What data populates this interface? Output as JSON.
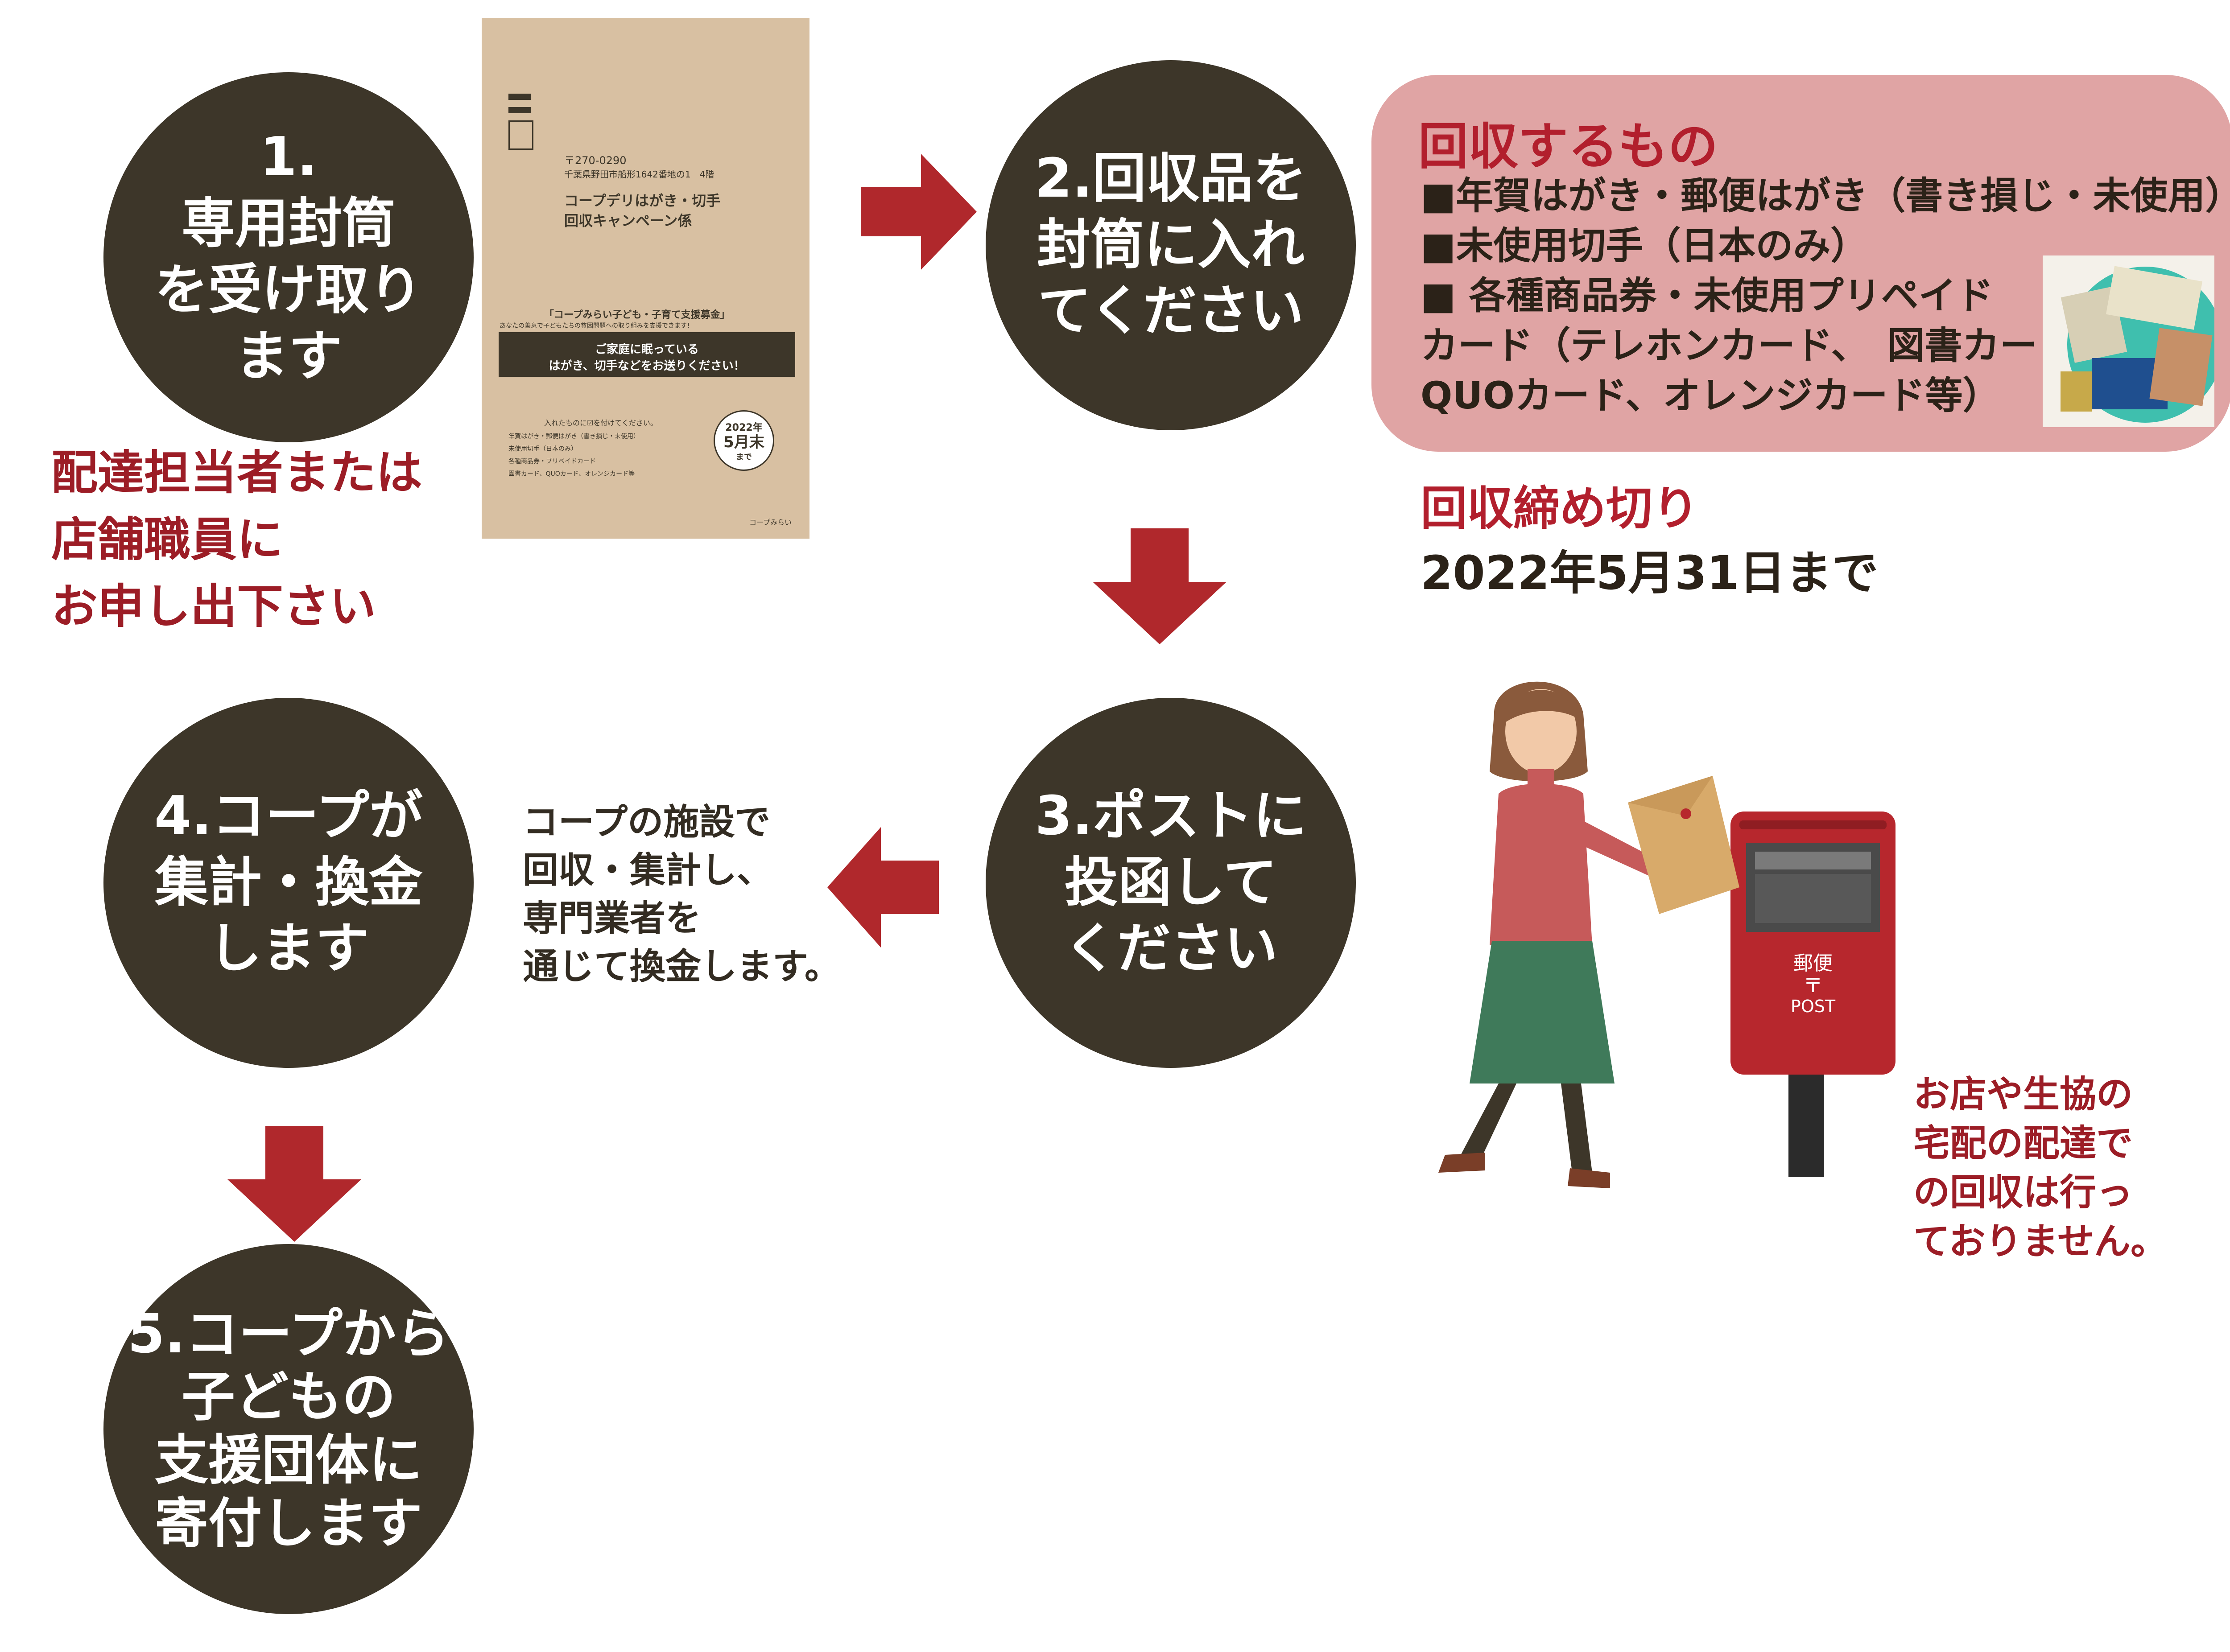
{
  "steps": [
    {
      "id": 1,
      "lines": [
        "1.",
        "専用封筒",
        "を受け取り",
        "ます"
      ]
    },
    {
      "id": 2,
      "lines": [
        "2.回収品を",
        "封筒に入れ",
        "てください"
      ]
    },
    {
      "id": 3,
      "lines": [
        "3.ポストに",
        "投函して",
        "ください"
      ]
    },
    {
      "id": 4,
      "lines": [
        "4.コープが",
        "集計・換金",
        "します"
      ]
    },
    {
      "id": 5,
      "lines": [
        "5.コープから",
        "子どもの",
        "支援団体に",
        "寄付します"
      ]
    }
  ],
  "step1_note": [
    "配達担当者または",
    "店舗職員に",
    "お申し出下さい"
  ],
  "step4_note": [
    "コープの施設で",
    "回収・集計し、",
    "専門業者を",
    "通じて換金します。"
  ],
  "collect": {
    "title": "回収するもの",
    "lines": [
      "■年賀はがき・郵便はがき（書き損じ・未使用）",
      "■未使用切手（日本のみ）",
      "■ 各種商品券・未使用プリペイド",
      "カード（テレホンカード、　図書カード、",
      "QUOカード、オレンジカード等）"
    ]
  },
  "deadline": {
    "label": "回収締め切り",
    "date": "2022年5月31日まで"
  },
  "store_note": [
    "お店や生協の",
    "宅配の配達で",
    "の回収は行っ",
    "ておりません。"
  ],
  "envelope": {
    "postal_code": "〒270-0290",
    "address": "千葉県野田市船形1642番地の1　4階",
    "addressee_1": "コープデリはがき・切手",
    "addressee_2": "回収キャンペーン係",
    "fund_name": "「コープみらい子ども・子育て支援募金」",
    "fund_sub": "あなたの善意で子どもたちの貧困問題への取り組みを支援できます！",
    "callout_1": "ご家庭に眠っている",
    "callout_2": "はがき、切手などをお送りください！",
    "check_header": "入れたものに☑を付けてください。",
    "checklist": [
      "年賀はがき・郵便はがき（書き損じ・未使用）",
      "未使用切手（日本のみ）",
      "各種商品券・プリペイドカード",
      "図書カード、QUOカード、オレンジカード等"
    ],
    "badge_year": "2022年",
    "badge_date": "5月末",
    "badge_until": "まで",
    "brand": "コープみらい"
  },
  "postbox": {
    "kanji": "郵便",
    "mark": "〒",
    "text": "POST"
  },
  "colors": {
    "circle": "#3d3629",
    "arrow": "#b0282c",
    "accent": "#9c1d26",
    "panel": "#e0a4a4"
  }
}
